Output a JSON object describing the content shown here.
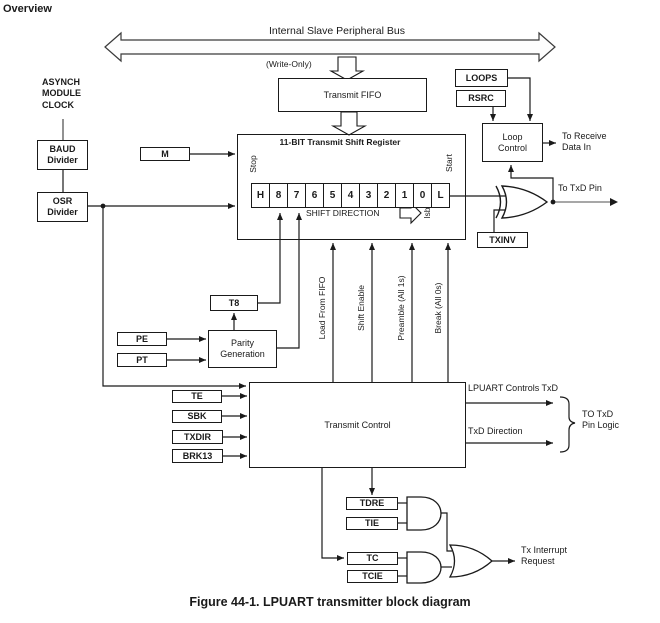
{
  "page": {
    "overview": "Overview",
    "caption": "Figure 44-1. LPUART transmitter block diagram"
  },
  "bus": {
    "title": "Internal Slave Peripheral Bus",
    "write_only": "(Write-Only)"
  },
  "left": {
    "clock": "ASYNCH\nMODULE\nCLOCK",
    "baud": "BAUD\nDivider",
    "osr": "OSR\nDivider"
  },
  "fifo": {
    "label": "Transmit FIFO"
  },
  "register": {
    "title": "11-BIT Transmit Shift Register",
    "stop": "Stop",
    "start": "Start",
    "bits": [
      "H",
      "8",
      "7",
      "6",
      "5",
      "4",
      "3",
      "2",
      "1",
      "0",
      "L"
    ],
    "shift_direction": "SHIFT DIRECTION",
    "lsb": "lsb"
  },
  "inputs": {
    "m": "M",
    "t8": "T8",
    "pe": "PE",
    "pt": "PT",
    "parity": "Parity\nGeneration",
    "te": "TE",
    "sbk": "SBK",
    "txdir": "TXDIR",
    "brk13": "BRK13",
    "loops": "LOOPS",
    "rsrc": "RSRC",
    "txinv": "TXINV"
  },
  "signals": {
    "load": "Load From FIFO",
    "shift_enable": "Shift Enable",
    "preamble": "Preamble (All 1s)",
    "break": "Break (All 0s)"
  },
  "loop": {
    "label": "Loop\nControl",
    "to_receive": "To Receive\nData In",
    "to_txd": "To TxD Pin"
  },
  "control": {
    "label": "Transmit Control",
    "controls_txd": "LPUART Controls TxD",
    "txd_direction": "TxD Direction",
    "pin_logic": "TO TxD\nPin Logic"
  },
  "interrupt": {
    "tdre": "TDRE",
    "tie": "TIE",
    "tc": "TC",
    "tcie": "TCIE",
    "request": "Tx Interrupt\nRequest"
  }
}
